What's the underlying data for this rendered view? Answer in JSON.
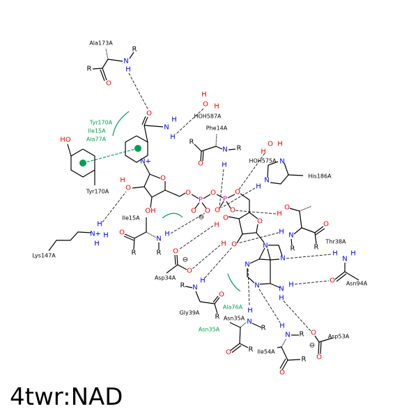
{
  "title": "4twr:NAD",
  "atoms": {
    "O": "O",
    "N": "N",
    "H": "H",
    "R": "R",
    "P": "P",
    "OH": "OH",
    "HO": "HO",
    "Nplus": "N+",
    "minus": "⊖"
  },
  "residues": {
    "ala173": "Ala173A",
    "tyr170": "Tyr170A",
    "hoh587": "HOH587A",
    "phe14": "Phe14A",
    "hoh575": "HOH575A",
    "his186": "His186A",
    "ile15": "Ile15A",
    "lys147": "Lys147A",
    "thr38": "Thr38A",
    "asp34": "Asp34A",
    "asn94": "Asn94A",
    "gly39": "Gly39A",
    "asn35": "Asn35A",
    "asp53": "Asp53A",
    "ile54": "Ile54A"
  },
  "hydrophobic": {
    "group1": [
      "Tyr170A",
      "Ile15A",
      "Ala77A"
    ],
    "ala76": "Ala76A",
    "asn35": "Asn35A"
  },
  "colors": {
    "oxygen": "#ff0000",
    "nitrogen": "#0000ff",
    "phosphorus": "#dd00aa",
    "hydrophobic": "#00a050"
  }
}
